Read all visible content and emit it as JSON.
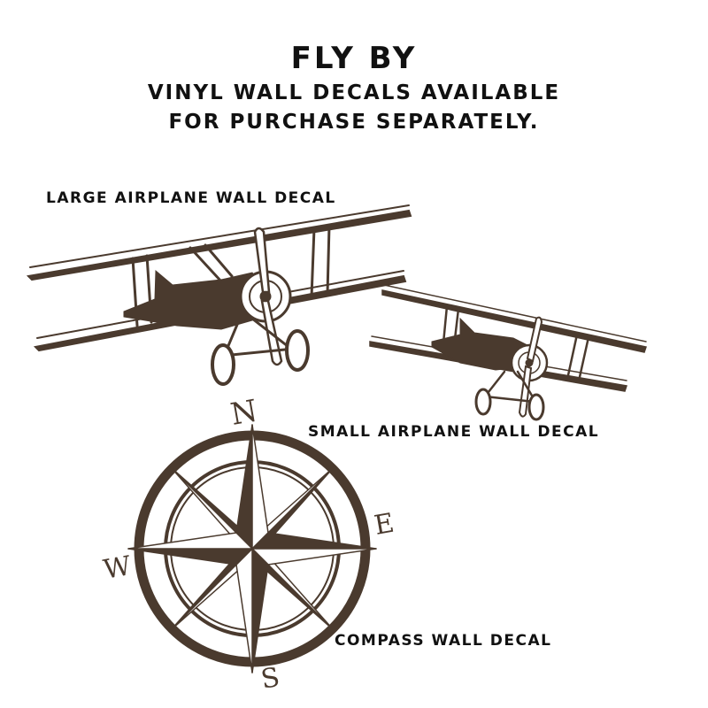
{
  "header": {
    "title": "FLY BY",
    "subtitle_line1": "VINYL WALL DECALS AVAILABLE",
    "subtitle_line2": "FOR PURCHASE SEPARATELY."
  },
  "decals": {
    "large_airplane_label": "LARGE AIRPLANE WALL DECAL",
    "small_airplane_label": "SMALL AIRPLANE WALL DECAL",
    "compass_label": "COMPASS WALL DECAL"
  },
  "compass": {
    "north": "N",
    "east": "E",
    "south": "S",
    "west": "W"
  },
  "colors": {
    "art": "#4a3a2e",
    "text": "#111111",
    "background": "#ffffff"
  }
}
